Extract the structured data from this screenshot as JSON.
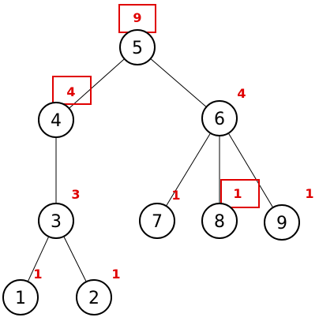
{
  "colors": {
    "node_stroke": "#000000",
    "edge": "#000000",
    "annotation": "#e00000"
  },
  "tree": {
    "nodes": [
      {
        "id": "5",
        "label": "5",
        "subtree_size": "9",
        "highlighted": true
      },
      {
        "id": "4",
        "label": "4",
        "subtree_size": "4",
        "highlighted": true
      },
      {
        "id": "6",
        "label": "6",
        "subtree_size": "4",
        "highlighted": false
      },
      {
        "id": "3",
        "label": "3",
        "subtree_size": "3",
        "highlighted": false
      },
      {
        "id": "7",
        "label": "7",
        "subtree_size": "1",
        "highlighted": false
      },
      {
        "id": "8",
        "label": "8",
        "subtree_size": "1",
        "highlighted": true
      },
      {
        "id": "9",
        "label": "9",
        "subtree_size": "1",
        "highlighted": false
      },
      {
        "id": "1",
        "label": "1",
        "subtree_size": "1",
        "highlighted": false
      },
      {
        "id": "2",
        "label": "2",
        "subtree_size": "1",
        "highlighted": false
      }
    ],
    "edges": [
      [
        "5",
        "4"
      ],
      [
        "5",
        "6"
      ],
      [
        "4",
        "3"
      ],
      [
        "3",
        "1"
      ],
      [
        "3",
        "2"
      ],
      [
        "6",
        "7"
      ],
      [
        "6",
        "8"
      ],
      [
        "6",
        "9"
      ]
    ]
  }
}
